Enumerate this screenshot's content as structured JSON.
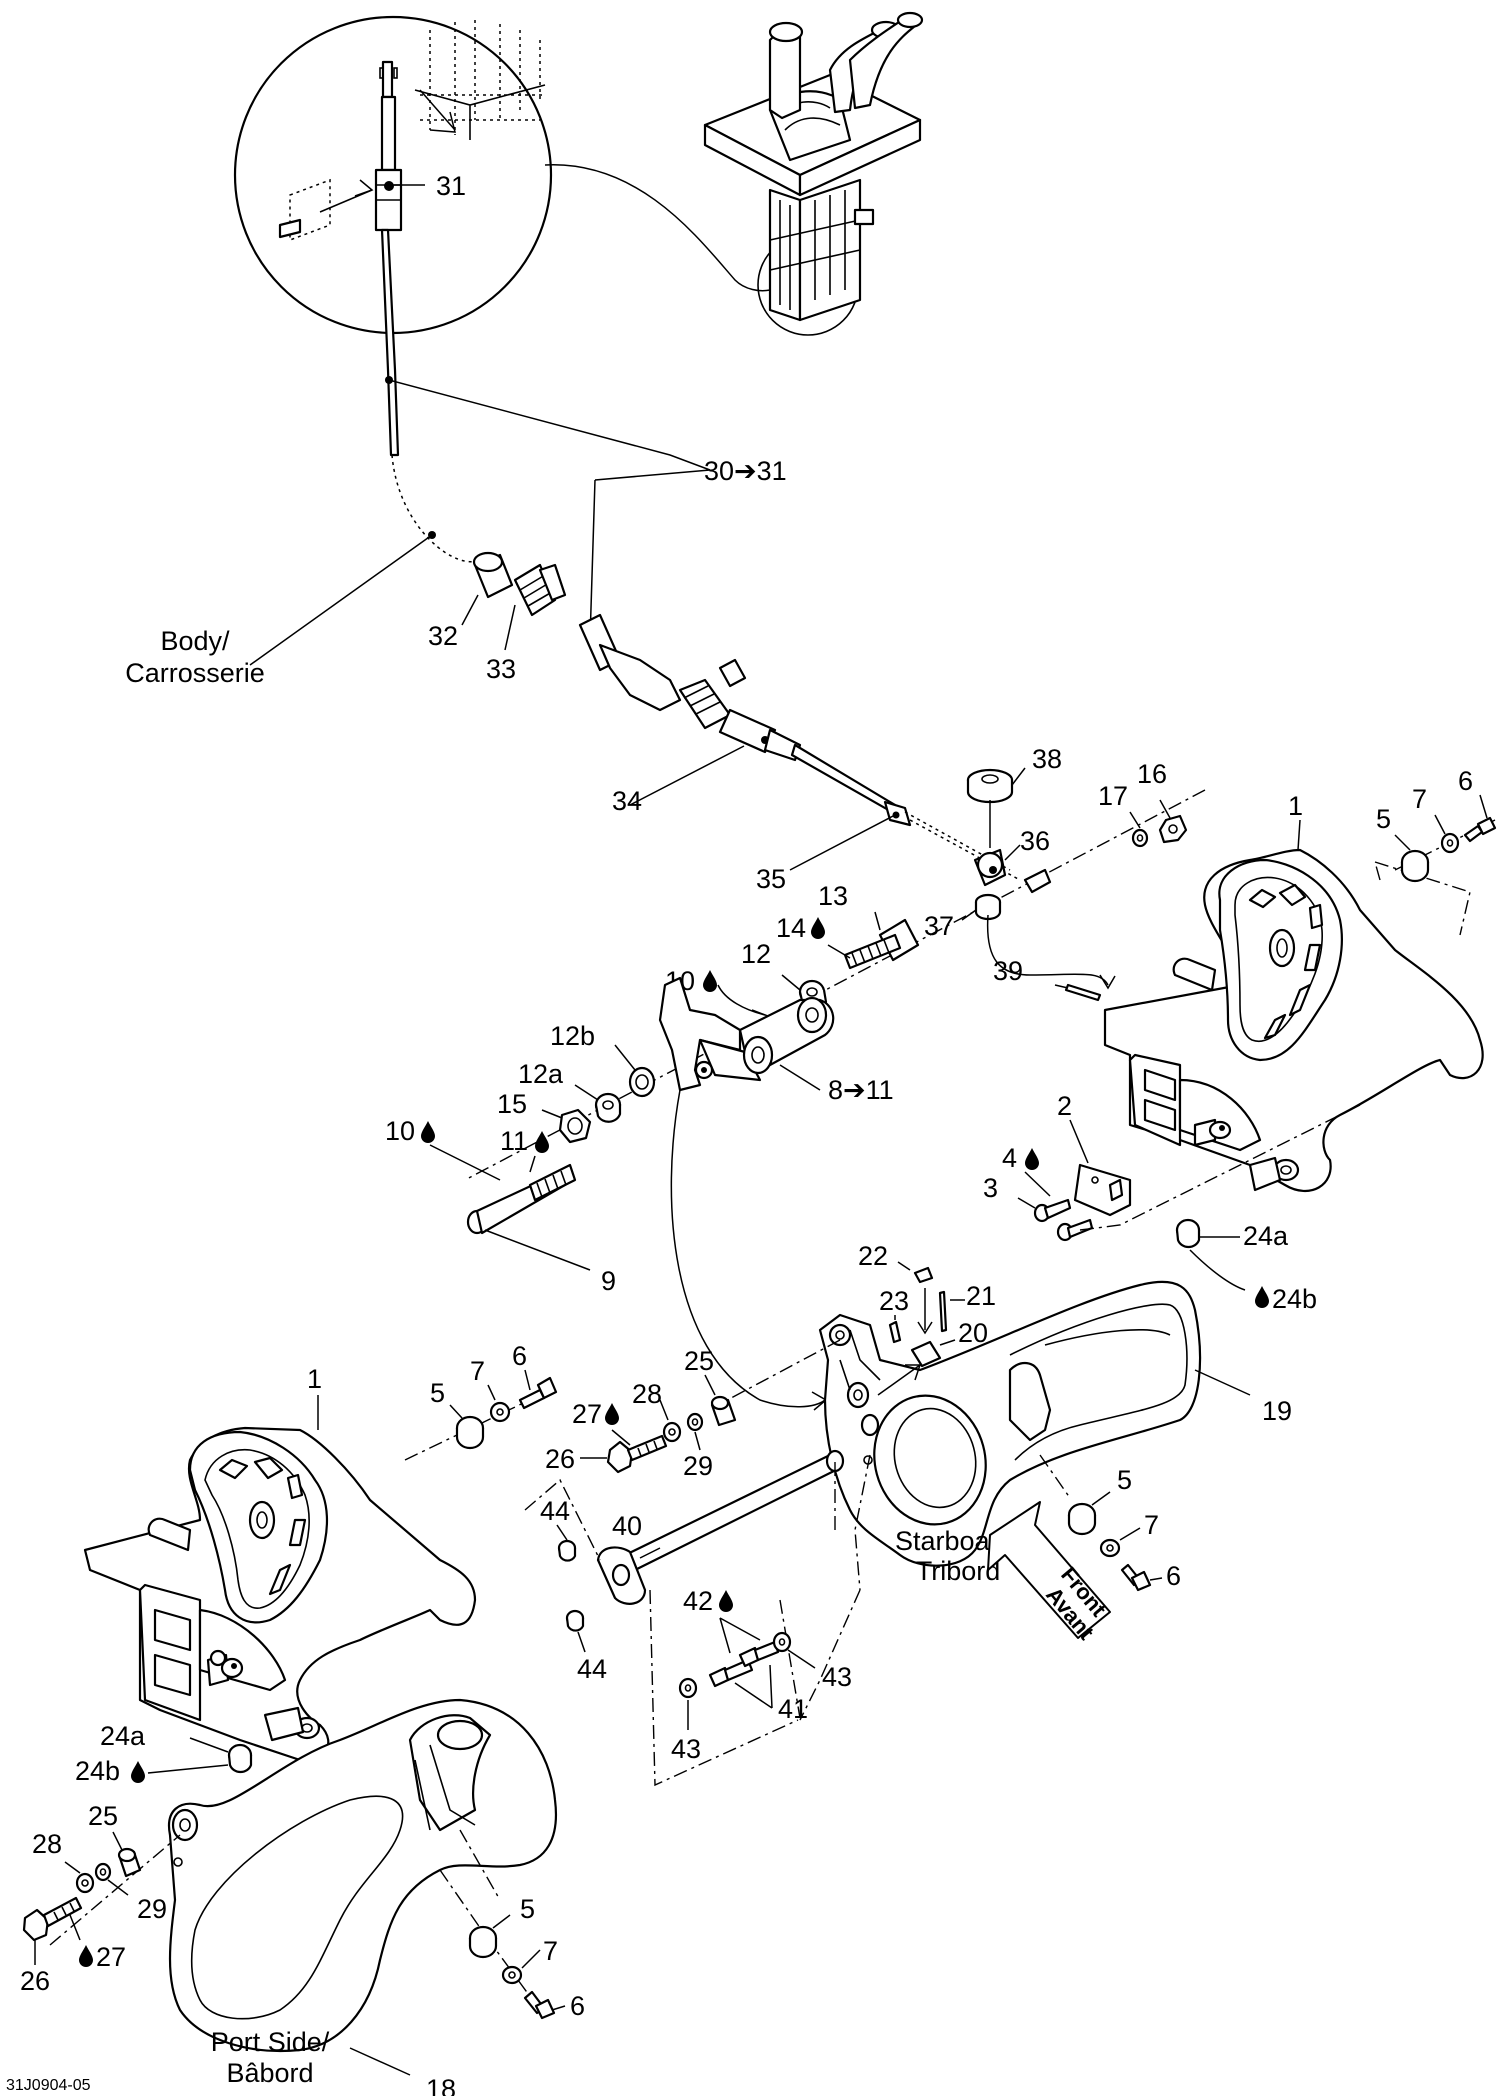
{
  "figure_code": "31J0904-05",
  "labels": {
    "l31_detail": "31",
    "l30_31": "30➔31",
    "l32": "32",
    "l33": "33",
    "l34": "34",
    "l35": "35",
    "l36": "36",
    "l37": "37",
    "l38": "38",
    "l39": "39",
    "l16": "16",
    "l17": "17",
    "l1_top": "1",
    "l5_top": "5",
    "l7_top": "7",
    "l6_top": "6",
    "l13": "13",
    "l14": "14",
    "l12": "12",
    "l10a": "10",
    "l12b": "12b",
    "l12a": "12a",
    "l15": "15",
    "l8_11": "8➔11",
    "l10b": "10",
    "l11": "11",
    "l9": "9",
    "l2": "2",
    "l4": "4",
    "l3": "3",
    "l24a_r": "24a",
    "l24b_r": "24b",
    "l22": "22",
    "l21": "21",
    "l23": "23",
    "l20": "20",
    "l19": "19",
    "l1_left": "1",
    "l5_mid": "5",
    "l7_mid": "7",
    "l6_mid": "6",
    "l25_mid": "25",
    "l27_mid": "27",
    "l28_mid": "28",
    "l26_mid": "26",
    "l29_mid": "29",
    "l5_right": "5",
    "l7_right": "7",
    "l6_right": "6",
    "l40": "40",
    "l44a": "44",
    "l44b": "44",
    "l42": "42",
    "l43a": "43",
    "l43b": "43",
    "l41": "41",
    "l24a_l": "24a",
    "l24b_l": "24b",
    "l25_l": "25",
    "l28_l": "28",
    "l29_l": "29",
    "l27_l": "27",
    "l26_l": "26",
    "l18": "18",
    "l5_bot": "5",
    "l7_bot": "7",
    "l6_bot": "6"
  },
  "captions": {
    "body_line1": "Body/",
    "body_line2": "Carrosserie",
    "starboard_line1": "Starboard/",
    "starboard_line2": "Tribord",
    "port_line1": "Port Side/",
    "port_line2": "Bâbord",
    "front_line1": "Front",
    "front_line2": "Avant"
  },
  "icons": {
    "lubricant": "oil-drop-icon",
    "direction": "front-arrow-icon"
  }
}
